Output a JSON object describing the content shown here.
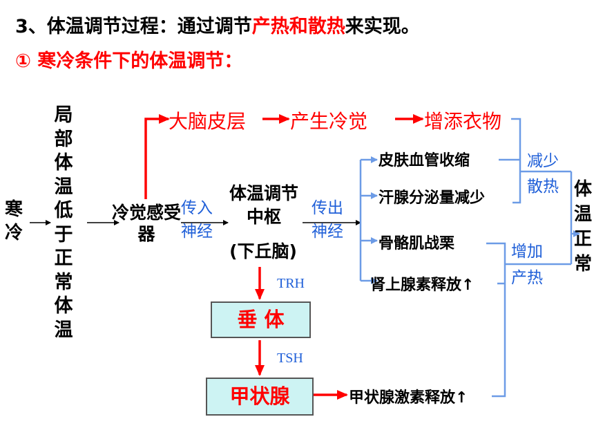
{
  "heading": {
    "prefix": "3、体温调节过程：通过调节",
    "highlight": "产热和散热",
    "suffix": "来实现。"
  },
  "subheading": "① 寒冷条件下的体温调节：",
  "nodes": {
    "cold": "寒冷",
    "local_low_temp": "局部体温低于正常体温",
    "receptor": "冷觉感受器",
    "center": "体温调节中枢",
    "center_sub": "(下丘脑)",
    "cortex_chain": [
      "大脑皮层",
      "产生冷觉",
      "增添衣物"
    ],
    "pituitary": "垂 体",
    "thyroid": "甲状腺",
    "thyroid_hormone": "甲状腺激素释放↑",
    "normal_temp": "体温正常"
  },
  "labels": {
    "afferent": [
      "传入",
      "神经"
    ],
    "efferent": [
      "传出",
      "神经"
    ],
    "trh": "TRH",
    "tsh": "TSH",
    "reduce_heat_loss": [
      "减少",
      "散热"
    ],
    "increase_heat_production": [
      "增加",
      "产热"
    ]
  },
  "effects": [
    "皮肤血管收缩",
    "汗腺分泌量减少",
    "骨骼肌战栗",
    "肾上腺素释放↑"
  ],
  "colors": {
    "accent_red": "#ff0000",
    "line_blue": "#6c9be6",
    "label_blue": "#1f5fd8",
    "box_fill": "#cdf3f3"
  }
}
